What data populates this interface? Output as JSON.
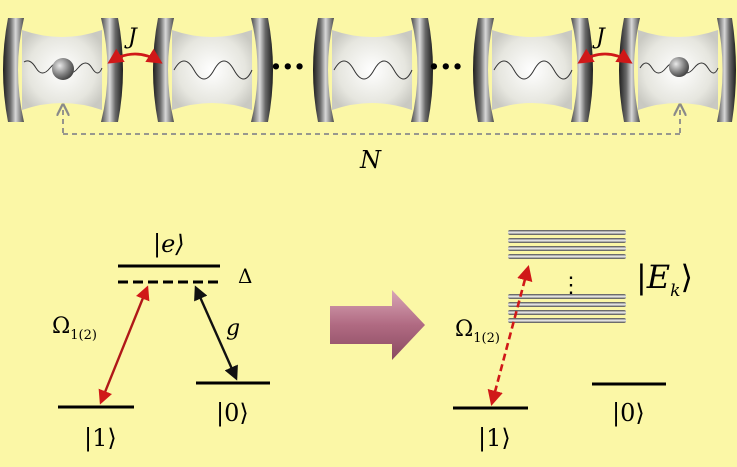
{
  "colors": {
    "background": "#fbf7a6",
    "coupling_arrow": "#d01818",
    "dashed_loop": "#8a8a8a",
    "mirror_dark": "#3a3a3a",
    "big_arrow": "#b06a82"
  },
  "cavity_chain": {
    "coupling_label_left": "J",
    "coupling_label_right": "J",
    "ellipsis_1": "···",
    "ellipsis_2": "···",
    "loop_label": "N"
  },
  "left_scheme": {
    "excited_ket": "|e⟩",
    "detuning_label": "Δ",
    "coupling_g_label": "g",
    "rabi_symbol": "Ω",
    "rabi_subscript": "1(2)",
    "ground1_ket": "|1⟩",
    "ground0_ket": "|0⟩"
  },
  "right_scheme": {
    "band_ket": "|E",
    "band_ket_subscript": "k",
    "band_ket_close": "⟩",
    "band_dots": "⋮",
    "rabi_symbol": "Ω",
    "rabi_subscript": "1(2)",
    "ground1_ket": "|1⟩",
    "ground0_ket": "|0⟩"
  }
}
